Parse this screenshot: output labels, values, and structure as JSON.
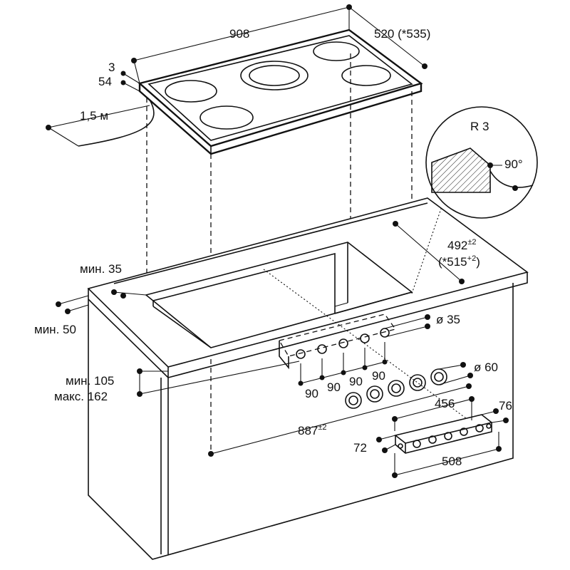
{
  "diagram": {
    "hob_width": "908",
    "hob_depth": "520 (*535)",
    "hob_thickness_top": "3",
    "hob_height": "54",
    "cable_length": "1,5 м",
    "edge_radius": "R 3",
    "edge_angle": "90°",
    "cutout_depth": "492",
    "cutout_depth_tol": "±2",
    "cutout_depth_alt": "(*515",
    "cutout_depth_alt_tol": "+2",
    "cutout_depth_alt_close": ")",
    "min_front_offset": "мин. 35",
    "min_front_offset_side": "мин. 50",
    "knob_hole_dia": "ø 35",
    "knob_outer_dia": "ø 60",
    "knob_spacing": [
      "90",
      "90",
      "90",
      "90"
    ],
    "panel_height_min": "мин. 105",
    "panel_height_max": "макс. 162",
    "cutout_width": "887",
    "cutout_width_tol": "±2",
    "knob_bar_span": "456",
    "bar_offset": "76",
    "bar_height": "72",
    "bar_length": "508"
  }
}
